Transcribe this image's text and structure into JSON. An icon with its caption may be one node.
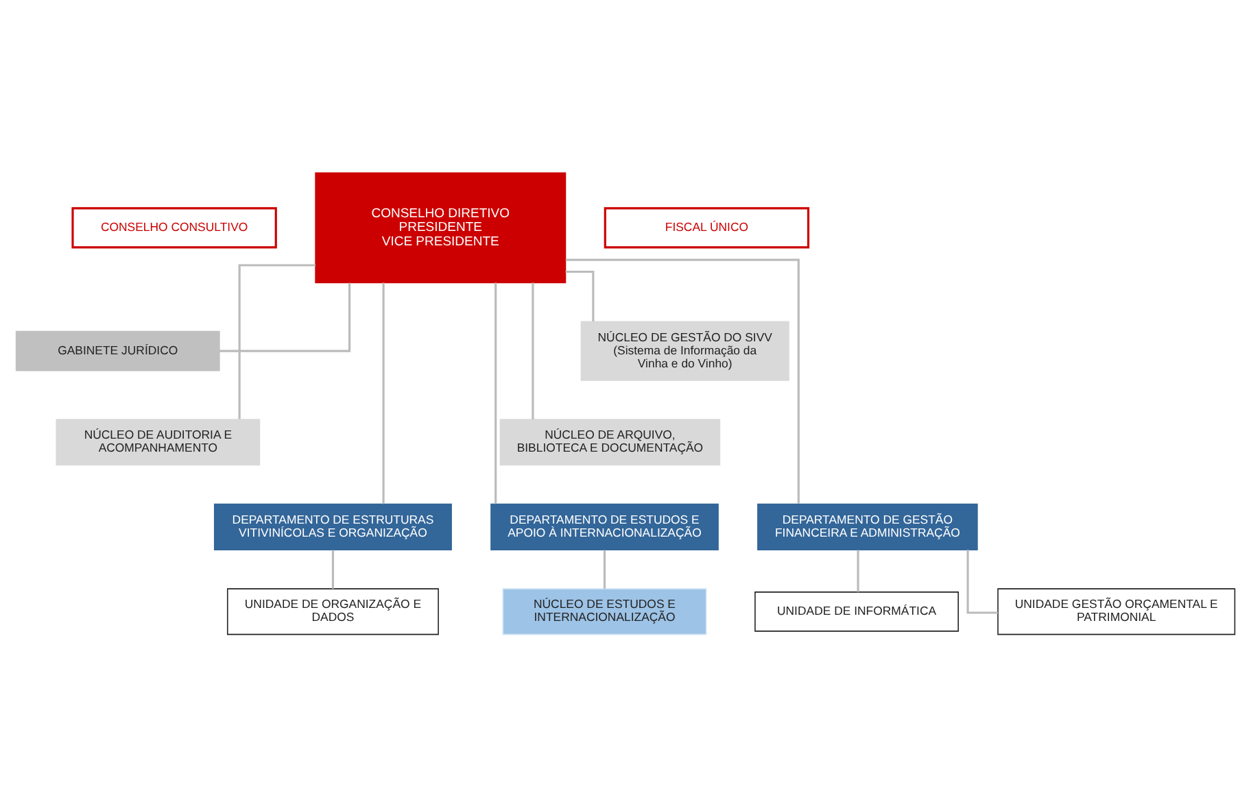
{
  "diagram": {
    "nodes": [
      {
        "text": [
          "CONSELHO CONSULTIVO"
        ]
      },
      {
        "text": [
          "CONSELHO DIRETIVO",
          "PRESIDENTE",
          "VICE PRESIDENTE"
        ]
      },
      {
        "text": [
          "FISCAL ÚNICO"
        ]
      },
      {
        "text": [
          "GABINETE JURÍDICO"
        ]
      },
      {
        "text": [
          "NÚCLEO DE GESTÃO DO SIVV (Sistema de Informação da Vinha e do Vinho)"
        ]
      },
      {
        "text": [
          "NÚCLEO DE AUDITORIA E ACOMPANHAMENTO"
        ]
      },
      {
        "text": [
          "NÚCLEO DE ARQUIVO, BIBLIOTECA E DOCUMENTAÇÃO"
        ]
      },
      {
        "text": [
          "DEPARTAMENTO DE ESTRUTURAS VITIVINÍCOLAS E ORGANIZAÇÃO"
        ]
      },
      {
        "text": [
          "DEPARTAMENTO DE ESTUDOS E APOIO À INTERNACIONALIZAÇÃO"
        ]
      },
      {
        "text": [
          "DEPARTAMENTO DE GESTÃO FINANCEIRA E ADMINISTRAÇÃO"
        ]
      },
      {
        "text": [
          "UNIDADE DE ORGANIZAÇÃO E DADOS"
        ]
      },
      {
        "text": [
          "NÚCLEO DE ESTUDOS E INTERNACIONALIZAÇÃO"
        ]
      },
      {
        "text": [
          "UNIDADE DE INFORMÁTICA"
        ]
      },
      {
        "text": [
          "UNIDADE GESTÃO ORÇAMENTAL E PATRIMONIAL"
        ]
      }
    ],
    "edges": [
      {
        "from": 1,
        "to": 3,
        "arrow": "none"
      },
      {
        "from": 1,
        "to": 4,
        "arrow": "none"
      },
      {
        "from": 1,
        "to": 5,
        "arrow": "none"
      },
      {
        "from": 1,
        "to": 6,
        "arrow": "none"
      },
      {
        "from": 1,
        "to": 7,
        "arrow": "none"
      },
      {
        "from": 1,
        "to": 8,
        "arrow": "none"
      },
      {
        "from": 1,
        "to": 9,
        "arrow": "none"
      },
      {
        "from": 7,
        "to": 10,
        "arrow": "none"
      },
      {
        "from": 8,
        "to": 11,
        "arrow": "none"
      },
      {
        "from": 9,
        "to": 12,
        "arrow": "none"
      },
      {
        "from": 9,
        "to": 13,
        "arrow": "none"
      }
    ]
  }
}
